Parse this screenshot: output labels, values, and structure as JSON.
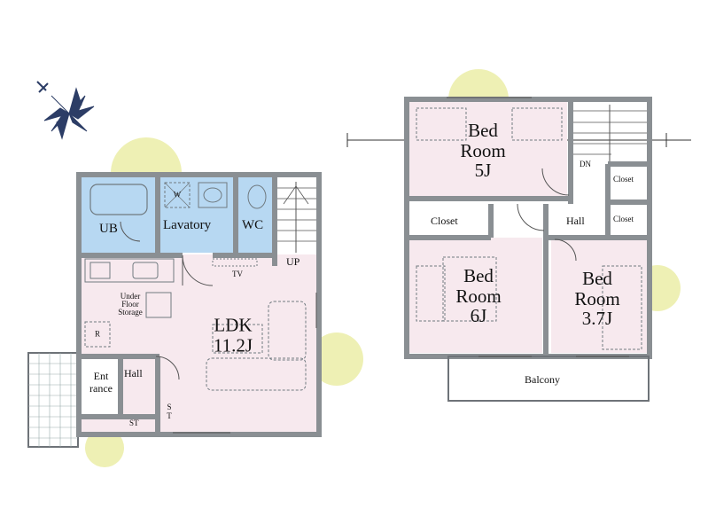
{
  "first_floor": {
    "ub": "UB",
    "washer_mark": "W",
    "lavatory": "Lavatory",
    "wc": "WC",
    "up": "UP",
    "tv": "TV",
    "under_floor_line1": "Under",
    "under_floor_line2": "Floor",
    "under_floor_line3": "Storage",
    "fridge_mark": "R",
    "ldk_line1": "LDK",
    "ldk_line2": "11.2J",
    "entrance_line1": "Ent",
    "entrance_line2": "rance",
    "hall": "Hall",
    "st_bottom": "ST",
    "st_side_1": "S",
    "st_side_2": "T"
  },
  "second_floor": {
    "bed5_line1": "Bed",
    "bed5_line2": "Room",
    "bed5_line3": "5J",
    "dn": "DN",
    "closet_top_right": "Closet",
    "closet_left": "Closet",
    "hall": "Hall",
    "closet_mid_right": "Closet",
    "bed6_line1": "Bed",
    "bed6_line2": "Room",
    "bed6_line3": "6J",
    "bed37_line1": "Bed",
    "bed37_line2": "Room",
    "bed37_line3": "3.7J",
    "balcony": "Balcony"
  },
  "colors": {
    "wall": "#8a8f93",
    "wall_dark": "#6e7378",
    "room_pink": "#f7e9ee",
    "wet_blue": "#b7d8f2",
    "tree_green": "#eef0b4",
    "tree_edge": "#dfe39a",
    "compass": "#2c3d66",
    "furniture": "#707a80"
  }
}
